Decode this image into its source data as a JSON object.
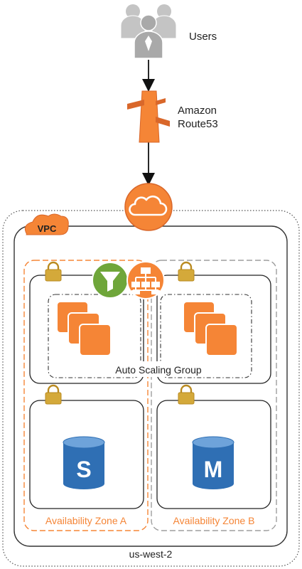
{
  "labels": {
    "users": "Users",
    "route53_line1": "Amazon",
    "route53_line2": "Route53",
    "vpc": "VPC",
    "asg": "Auto Scaling Group",
    "az_a": "Availability Zone A",
    "az_b": "Availability Zone B",
    "region": "us-west-2",
    "db_a_letter": "S",
    "db_b_letter": "M"
  },
  "icons": {
    "users": "users-icon",
    "route53": "route53-icon",
    "gateway": "internet-gateway-icon",
    "filter": "filter-icon",
    "load_balancer": "load-balancer-icon",
    "lock": "lock-icon",
    "instances": "ec2-instances-icon",
    "database": "database-icon"
  },
  "colors": {
    "aws_orange": "#f58536",
    "aws_dark_orange": "#d9672a",
    "az_a_border": "#f58536",
    "az_b_border": "#9e9e9e",
    "lock_gold": "#d4a93a",
    "db_blue": "#2f6fb4",
    "filter_green": "#6fa63a",
    "user_gray": "#b8b8b8"
  }
}
